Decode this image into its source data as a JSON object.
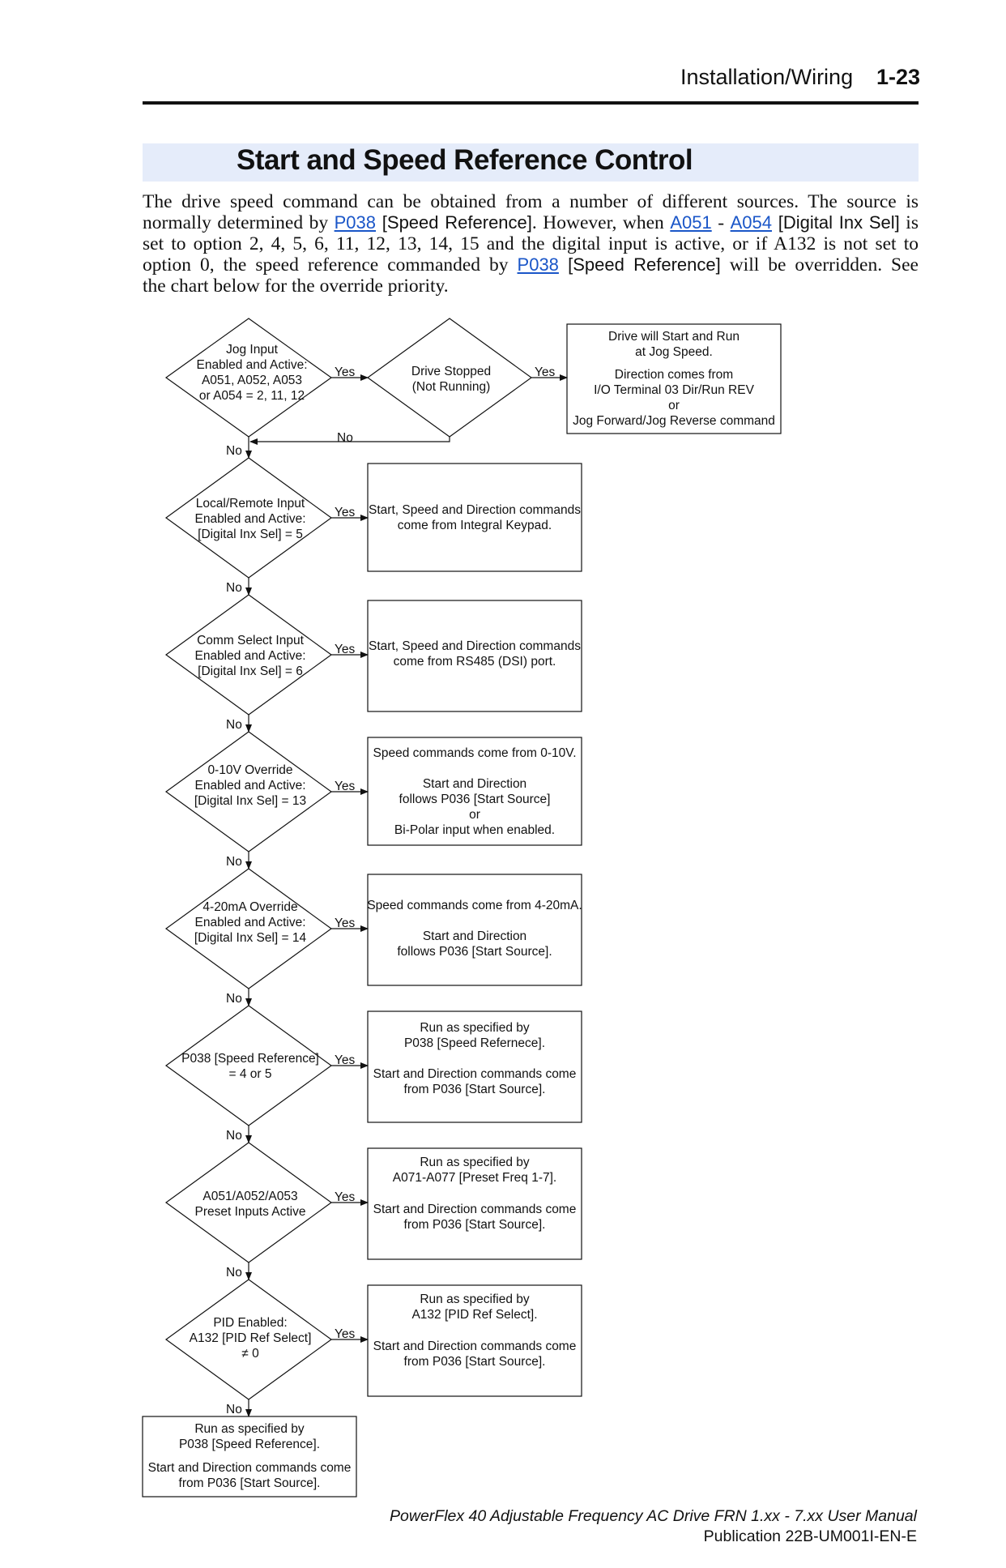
{
  "header": {
    "section": "Installation/Wiring",
    "page": "1-23"
  },
  "title": "Start and Speed Reference Control",
  "intro": {
    "l1": "The drive speed command can be obtained from a number of different sources. The source is",
    "l2a": "normally determined by ",
    "link_p038": "P038",
    "l2b": " [Speed Reference]",
    "l2c": ". However, when ",
    "link_a051": "A051",
    "l2d": " - ",
    "link_a054": "A054",
    "l2e": " [Digital Inx Sel]",
    "l2f": " is",
    "l3": "set to option 2, 4, 5, 6, 11, 12, 13, 14, 15 and the digital input is active, or if A132 is not set to",
    "l4a": "option 0, the speed reference commanded by ",
    "l4b": " [Speed Reference]",
    "l4c": " will be overridden. See",
    "l5": "the chart below for the override priority."
  },
  "flow": {
    "yes": "Yes",
    "no": "No",
    "jog": [
      "Jog Input",
      "Enabled and Active:",
      "A051, A052, A053",
      "or A054 = 2, 11, 12"
    ],
    "stopped": [
      "Drive Stopped",
      "(Not Running)"
    ],
    "jog_result": [
      "Drive will Start and Run",
      "at Jog Speed.",
      "Direction comes from",
      "I/O Terminal 03 Dir/Run REV",
      "or",
      "Jog Forward/Jog Reverse command"
    ],
    "local": [
      "Local/Remote Input",
      "Enabled and Active:",
      "[Digital Inx Sel] = 5"
    ],
    "local_result": [
      "Start, Speed and Direction commands",
      "come from Integral Keypad."
    ],
    "comm": [
      "Comm Select Input",
      "Enabled and Active:",
      "[Digital Inx Sel] = 6"
    ],
    "comm_result": [
      "Start, Speed and Direction commands",
      "come from RS485 (DSI) port."
    ],
    "v010": [
      "0-10V Override",
      "Enabled and Active:",
      "[Digital Inx Sel] = 13"
    ],
    "v010_result": [
      "Speed commands come from 0-10V.",
      "Start and Direction",
      "follows P036 [Start Source]",
      "or",
      "Bi-Polar input when enabled."
    ],
    "ma420": [
      "4-20mA Override",
      "Enabled and Active:",
      "[Digital Inx Sel] = 14"
    ],
    "ma420_result": [
      "Speed commands come from 4-20mA.",
      "Start and Direction",
      "follows P036 [Start Source]."
    ],
    "p038": [
      "P038 [Speed Reference]",
      "= 4 or 5"
    ],
    "p038_result": [
      "Run as specified by",
      "P038 [Speed Refernece].",
      "Start and Direction commands come",
      "from P036 [Start Source]."
    ],
    "preset": [
      "A051/A052/A053",
      "Preset Inputs Active"
    ],
    "preset_result": [
      "Run as specified by",
      "A071-A077 [Preset Freq 1-7].",
      "Start and Direction commands come",
      "from P036 [Start Source]."
    ],
    "pid": [
      "PID Enabled:",
      "A132 [PID Ref Select]",
      "≠ 0"
    ],
    "pid_result": [
      "Run as specified by",
      "A132 [PID Ref Select].",
      "Start and Direction commands come",
      "from P036 [Start Source]."
    ],
    "final_result": [
      "Run as specified by",
      "P038 [Speed Reference].",
      "Start and Direction commands come",
      "from P036 [Start Source]."
    ]
  },
  "footer": {
    "title": "PowerFlex 40 Adjustable Frequency AC Drive FRN 1.xx - 7.xx User Manual",
    "publication": "Publication 22B-UM001I-EN-E"
  }
}
